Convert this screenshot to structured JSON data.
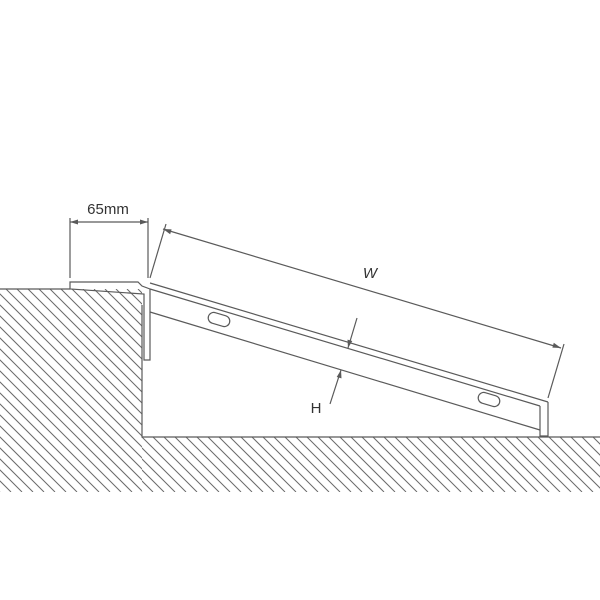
{
  "diagram": {
    "labels": {
      "lip_width": "65mm",
      "ramp_width": "W",
      "ramp_height": "H"
    },
    "colors": {
      "line": "#5a5a5a",
      "hatch": "#6a6a6a",
      "text": "#333333",
      "background": "#ffffff"
    }
  }
}
